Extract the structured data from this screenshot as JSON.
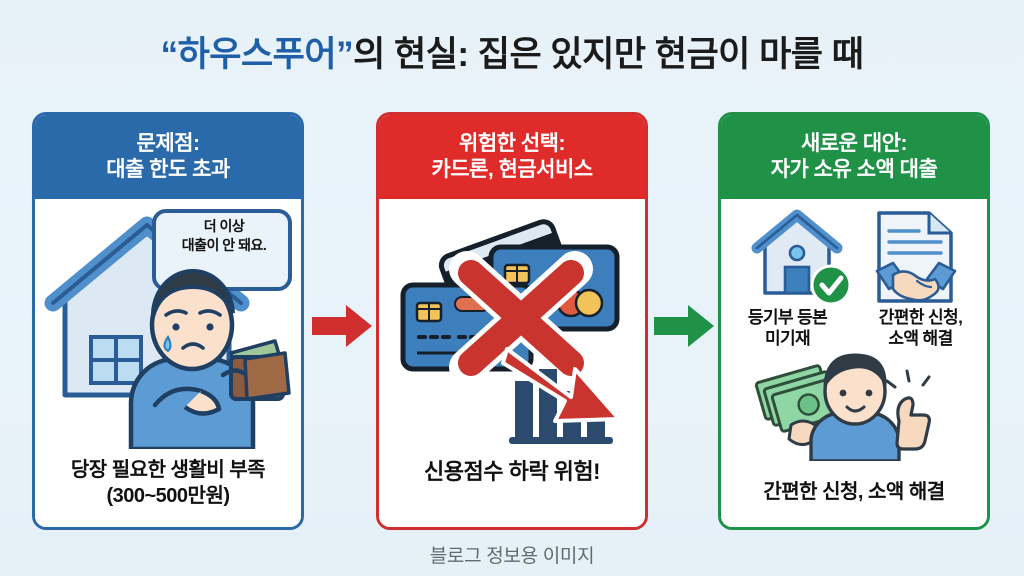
{
  "title": {
    "quoted": "“하우스푸어”",
    "rest": "의 현실: 집은 있지만 현금이 마를 때"
  },
  "cards": [
    {
      "id": "problem",
      "accent": "#2a6aab",
      "header_line1": "문제점:",
      "header_line2": "대출 한도 초과",
      "speech_line1": "더 이상",
      "speech_line2": "대출이 안 돼요.",
      "caption_line1": "당장 필요한 생활비 부족",
      "caption_line2": "(300~500만원)"
    },
    {
      "id": "risky-choice",
      "accent": "#e02b2b",
      "header_line1": "위험한 선택:",
      "header_line2": "카드론, 현금서비스",
      "caption_line1": "신용점수 하락 위험!"
    },
    {
      "id": "new-alternative",
      "accent": "#1f9247",
      "header_line1": "새로운 대안:",
      "header_line2": "자가 소유 소액 대출",
      "feature1_line1": "등기부 등본",
      "feature1_line2": "미기재",
      "feature2_line1": "간편한 신청,",
      "feature2_line2": "소액 해결",
      "caption_line1": "간편한 신청, 소액 해결"
    }
  ],
  "arrows": [
    {
      "id": "arrow-problem-to-risk",
      "color": "#d12f2f"
    },
    {
      "id": "arrow-risk-to-solution",
      "color": "#1f9247"
    }
  ],
  "footer": "블로그 정보용 이미지",
  "colors": {
    "background": "#e9f3f9",
    "title_highlight": "#1f5fa8",
    "title_text": "#1b1b1b",
    "blue": "#2a6aab",
    "red": "#e02b2b",
    "green": "#1f9247"
  }
}
